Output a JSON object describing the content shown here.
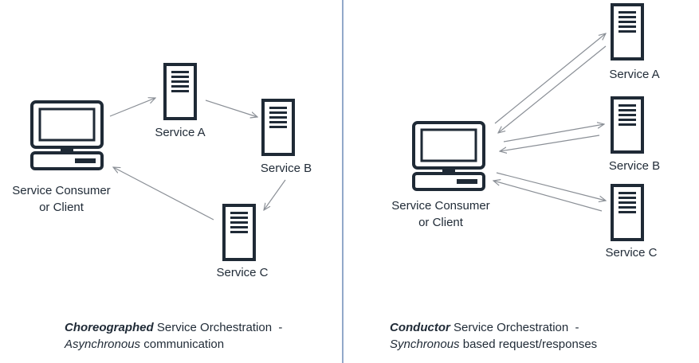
{
  "left_panel": {
    "client_label": [
      "Service Consumer",
      "or Client"
    ],
    "services": [
      "Service A",
      "Service B",
      "Service C"
    ],
    "caption": {
      "line1_emphasis": "Choreographed",
      "line1_rest": " Service Orchestration  -",
      "line2_emphasis": "Asynchronous",
      "line2_rest": " communication"
    }
  },
  "right_panel": {
    "client_label": [
      "Service Consumer",
      "or Client"
    ],
    "services": [
      "Service A",
      "Service B",
      "Service C"
    ],
    "caption": {
      "line1_emphasis": "Conductor",
      "line1_rest": " Service Orchestration  -",
      "line2_emphasis": "Synchronous",
      "line2_rest": " based request/responses"
    }
  },
  "colors": {
    "icon": "#1f2a36",
    "arrow": "#8a8f96",
    "divider": "#4a6fa5"
  }
}
